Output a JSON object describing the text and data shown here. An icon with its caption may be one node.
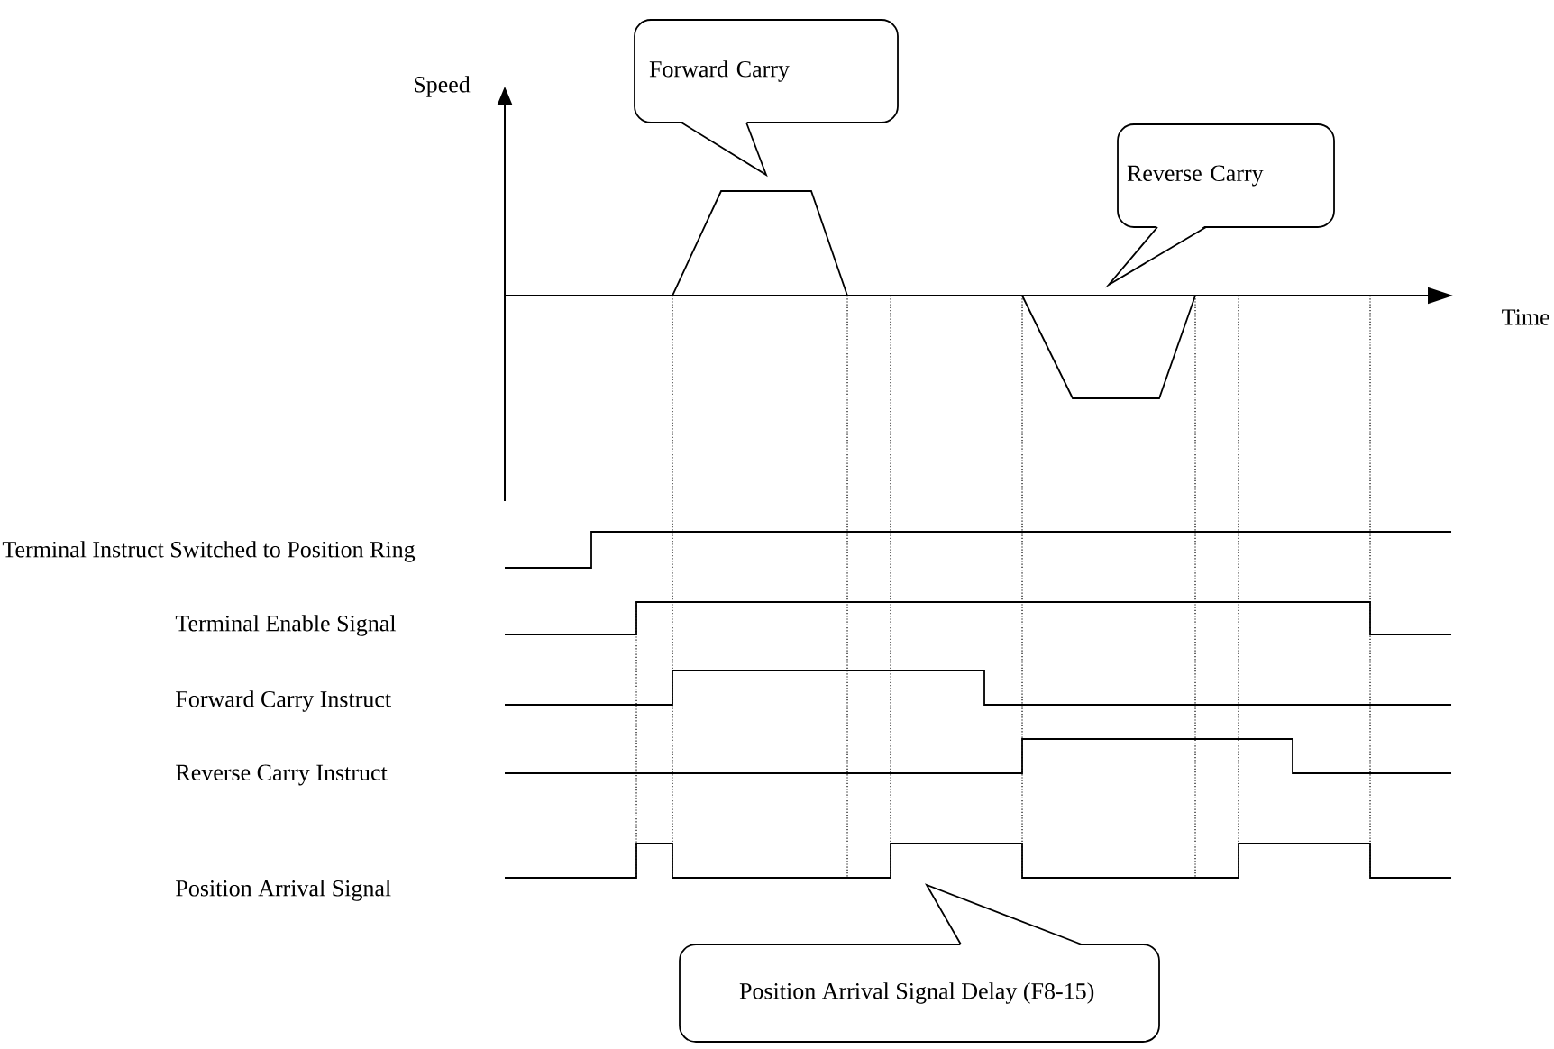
{
  "diagram": {
    "nodes": [
      {
        "text": [
          "Forward Carry"
        ]
      },
      {
        "text": [
          "Reverse Carry"
        ]
      },
      {
        "text": [
          "Position Arrival Signal Delay (F8-15)"
        ]
      }
    ],
    "labels": [
      "Speed",
      "Time",
      "Terminal Instruct Switched to Position Ring",
      "Terminal Enable Signal",
      "Forward Carry Instruct",
      "Reverse Carry Instruct",
      "Position Arrival Signal"
    ]
  }
}
